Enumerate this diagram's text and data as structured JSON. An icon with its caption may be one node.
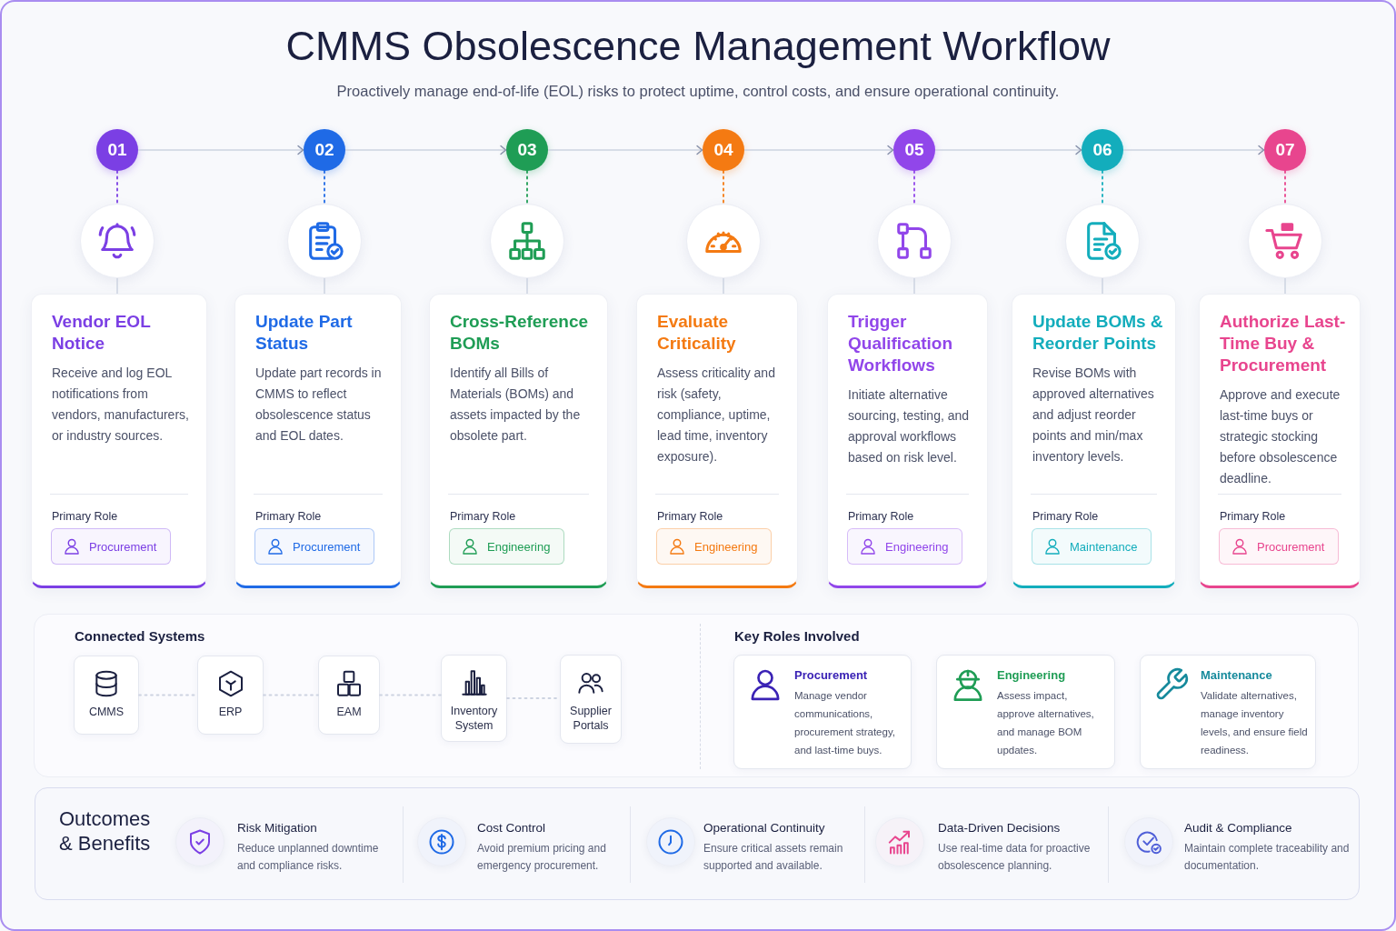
{
  "diagram": {
    "title": "CMMS Obsolescence Management Workflow",
    "nodes": [
      {
        "text": [
          "01"
        ]
      },
      {
        "text": [],
        "shape": "circle"
      },
      {
        "text": [
          "Vendor EOL Notice",
          "Receive and log EOL notifications from vendors, manufacturers, or industry sources.",
          "Primary Role"
        ]
      },
      {
        "text": [
          "Procurement"
        ],
        "in": 2
      },
      {
        "text": [
          "02"
        ]
      },
      {
        "text": [],
        "shape": "circle"
      },
      {
        "text": [
          "Update Part Status",
          "Update part records in CMMS to reflect obsolescence status and EOL dates.",
          "Primary Role"
        ]
      },
      {
        "text": [
          "Procurement"
        ],
        "in": 6
      },
      {
        "text": [
          "03"
        ]
      },
      {
        "text": [],
        "shape": "circle"
      },
      {
        "text": [
          "Cross-Reference BOMs",
          "Identify all Bills of Materials (BOMs) and assets impacted by the obsolete part.",
          "Primary Role"
        ]
      },
      {
        "text": [
          "Engineering"
        ],
        "in": 10
      },
      {
        "text": [
          "04"
        ]
      },
      {
        "text": [],
        "shape": "circle"
      },
      {
        "text": [
          "Evaluate Criticality",
          "Assess criticality and risk (safety, compliance, uptime, lead time, inventory exposure).",
          "Primary Role"
        ]
      },
      {
        "text": [
          "Engineering"
        ],
        "in": 14
      },
      {
        "text": [
          "05"
        ]
      },
      {
        "text": [],
        "shape": "circle"
      },
      {
        "text": [
          "Trigger Qualification Workflows",
          "Initiate alternative sourcing, testing, and approval workflows based on risk level.",
          "Primary Role"
        ]
      },
      {
        "text": [
          "Engineering"
        ],
        "in": 18
      },
      {
        "text": [
          "06"
        ]
      },
      {
        "text": [],
        "shape": "circle"
      },
      {
        "text": [
          "Update BOMs & Reorder Points",
          "Revise BOMs with approved alternatives and adjust reorder points and min/max inventory levels.",
          "Primary Role"
        ]
      },
      {
        "text": [
          "Maintenance"
        ],
        "in": 22
      },
      {
        "text": [
          "07"
        ]
      },
      {
        "text": [],
        "shape": "circle"
      },
      {
        "text": [
          "Authorize Last-Time Buy & Procurement",
          "Approve and execute last-time buys or strategic stocking before obsolescence deadline.",
          "Primary Role"
        ]
      },
      {
        "text": [
          "Procurement"
        ],
        "in": 26
      },
      {
        "text": [
          "Connected Systems",
          "Key Roles Involved"
        ]
      },
      {
        "text": [
          "CMMS"
        ],
        "in": 28
      },
      {
        "text": [
          "ERP"
        ],
        "in": 28
      },
      {
        "text": [
          "EAM"
        ],
        "in": 28
      },
      {
        "text": [
          "Inventory System"
        ],
        "in": 28
      },
      {
        "text": [
          "Supplier Portals"
        ],
        "in": 28
      },
      {
        "text": [
          "Procurement",
          "Manage vendor communications, procurement strategy, and last-time buys."
        ],
        "in": 28
      },
      {
        "text": [
          "Engineering",
          "Assess impact, approve alternatives, and manage BOM updates."
        ],
        "in": 28
      },
      {
        "text": [
          "Maintenance",
          "Validate alternatives, manage inventory levels, and ensure field readiness."
        ],
        "in": 28
      },
      {
        "text": [
          "Outcomes & Benefits"
        ]
      }
    ],
    "edges": [
      {
        "from": 0,
        "to": 4,
        "arrow": "to"
      },
      {
        "from": 4,
        "to": 8,
        "arrow": "to"
      },
      {
        "from": 8,
        "to": 12,
        "arrow": "to"
      },
      {
        "from": 12,
        "to": 16,
        "arrow": "to"
      },
      {
        "from": 16,
        "to": 20,
        "arrow": "to"
      },
      {
        "from": 20,
        "to": 24,
        "arrow": "to"
      },
      {
        "from": 0,
        "to": 1,
        "arrow": "none",
        "style": "dashed",
        "color": "#7b3fe4"
      },
      {
        "from": 4,
        "to": 5,
        "arrow": "none",
        "style": "dashed",
        "color": "#1f6ae6"
      },
      {
        "from": 8,
        "to": 9,
        "arrow": "none",
        "style": "dashed",
        "color": "#1f9d55"
      },
      {
        "from": 12,
        "to": 13,
        "arrow": "none",
        "style": "dashed",
        "color": "#f47a12"
      },
      {
        "from": 16,
        "to": 17,
        "arrow": "none",
        "style": "dashed",
        "color": "#9146ea"
      },
      {
        "from": 20,
        "to": 21,
        "arrow": "none",
        "style": "dashed",
        "color": "#13adbc"
      },
      {
        "from": 24,
        "to": 25,
        "arrow": "none",
        "style": "dashed",
        "color": "#e8458e"
      },
      {
        "from": 1,
        "to": 2,
        "arrow": "none"
      },
      {
        "from": 5,
        "to": 6,
        "arrow": "none"
      },
      {
        "from": 9,
        "to": 10,
        "arrow": "none"
      },
      {
        "from": 13,
        "to": 14,
        "arrow": "none"
      },
      {
        "from": 17,
        "to": 18,
        "arrow": "none"
      },
      {
        "from": 21,
        "to": 22,
        "arrow": "none"
      },
      {
        "from": 25,
        "to": 26,
        "arrow": "none"
      },
      {
        "from": 29,
        "to": 30,
        "arrow": "none",
        "style": "dashed"
      },
      {
        "from": 30,
        "to": 31,
        "arrow": "none",
        "style": "dashed"
      },
      {
        "from": 31,
        "to": 32,
        "arrow": "none",
        "style": "dashed"
      },
      {
        "from": 32,
        "to": 33,
        "arrow": "none",
        "style": "dashed"
      }
    ],
    "labels": [
      "Proactively manage end-of-life (EOL) risks to protect uptime, control costs, and ensure operational continuity.",
      "Risk Mitigation",
      "Reduce unplanned downtime and compliance risks.",
      "Cost Control",
      "Avoid premium pricing and emergency procurement.",
      "Operational Continuity",
      "Ensure critical assets remain supported and available.",
      "Data-Driven Decisions",
      "Use real-time data for proactive obsolescence planning.",
      "Audit & Compliance",
      "Maintain complete traceability and documentation."
    ]
  }
}
